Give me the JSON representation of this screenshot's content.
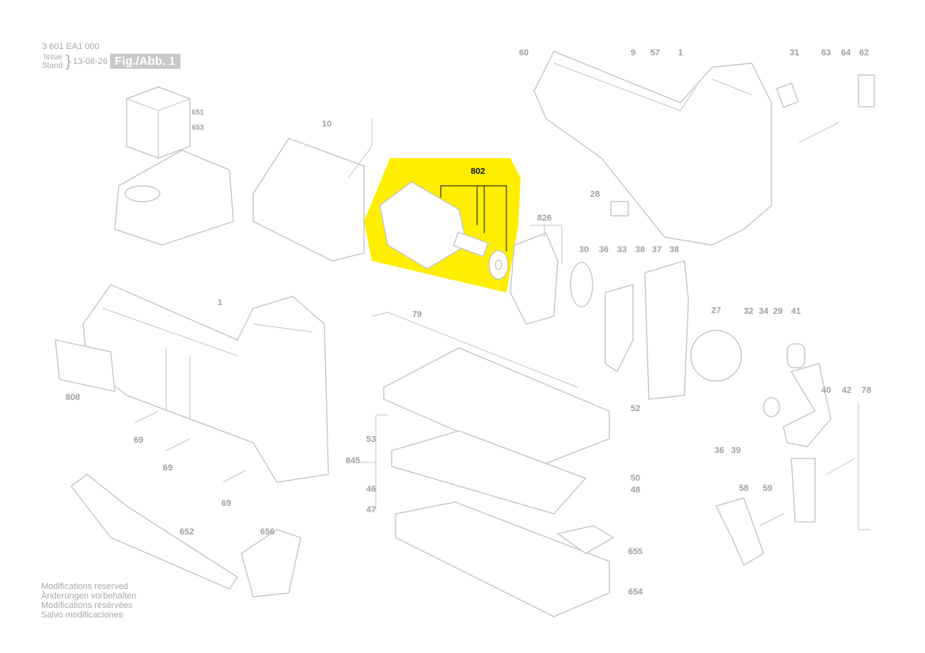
{
  "header": {
    "doc_number": "3 601 EA1 000",
    "issue_label": "Issue",
    "stand_label": "Stand",
    "date": "13-08-26",
    "figure": "Fig./Abb. 1"
  },
  "footer": [
    "Modifications reserved",
    "Änderungen vorbehalten",
    "Modifications résérvées",
    "Salvo modificaciones"
  ],
  "highlight": {
    "part": "802",
    "color": "#ffee00"
  },
  "parts": [
    "60",
    "9",
    "57",
    "1",
    "31",
    "63",
    "64",
    "62",
    "10",
    "651",
    "653",
    "802",
    "28",
    "826",
    "30",
    "36",
    "33",
    "38",
    "37",
    "38",
    "1",
    "79",
    "27",
    "32",
    "34",
    "29",
    "41",
    "808",
    "40",
    "42",
    "78",
    "52",
    "69",
    "53",
    "69",
    "36",
    "39",
    "845",
    "50",
    "46",
    "48",
    "69",
    "47",
    "58",
    "59",
    "652",
    "656",
    "655",
    "654"
  ]
}
